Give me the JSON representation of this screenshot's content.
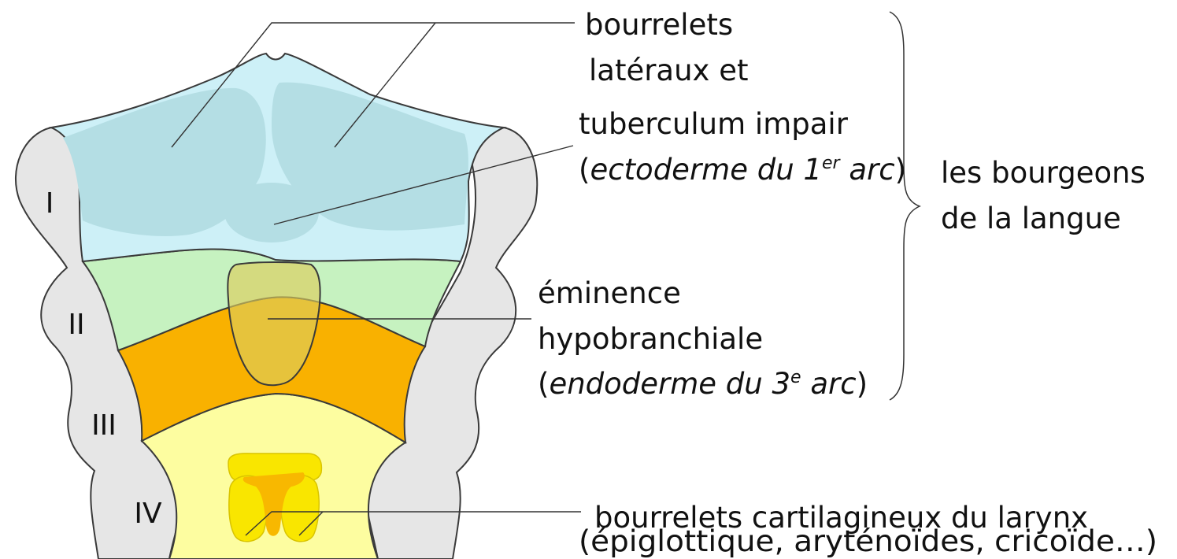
{
  "arches": [
    "I",
    "II",
    "III",
    "IV"
  ],
  "labels": {
    "lateral_line1": "bourrelets",
    "lateral_line2": "latéraux et",
    "tuberculum_line1": "tuberculum impair",
    "tuberculum_paren_open": "(",
    "tuberculum_italic": "ectoderme du 1",
    "tuberculum_sup": "er",
    "tuberculum_italic2": " arc",
    "tuberculum_paren_close": ")",
    "eminence_line1": "éminence",
    "eminence_line2": "hypobranchiale",
    "eminence_paren_open": "(",
    "eminence_italic": "endoderme du 3",
    "eminence_sup": "e",
    "eminence_italic2": " arc",
    "eminence_paren_close": ")",
    "larynx_line1": "bourrelets cartilagineux du larynx",
    "larynx_line2": "(épiglottique, aryténoïdes, cricoïde…)",
    "brace_line1": "les bourgeons",
    "brace_line2": "de la langue"
  },
  "colors": {
    "arch_gray": "#e6e6e6",
    "first_arch_blue": "#cdf0f7",
    "lateral_swelling": "#b4dee4",
    "second_arch_green": "#c6f2c0",
    "third_arch_orange": "#f9b100",
    "fourth_arch_yellow": "#fdfda0",
    "eminence_overlay": "#dccc5c",
    "larynx_yellow": "#f9e600",
    "larynx_orange": "#f8b800"
  }
}
